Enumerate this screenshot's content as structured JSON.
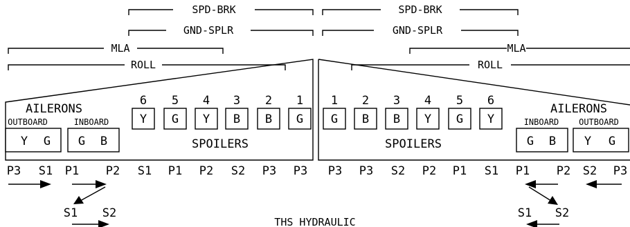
{
  "groups": {
    "spd_brk": "SPD-BRK",
    "gnd_splr": "GND-SPLR",
    "mla": "MLA",
    "roll": "ROLL"
  },
  "left_wing": {
    "ailerons_title": "AILERONS",
    "outboard_label": "OUTBOARD",
    "inboard_label": "INBOARD",
    "outboard_systems": [
      "Y",
      "G"
    ],
    "inboard_systems": [
      "G",
      "B"
    ],
    "spoiler_numbers": [
      "6",
      "5",
      "4",
      "3",
      "2",
      "1"
    ],
    "spoiler_systems": [
      "Y",
      "G",
      "Y",
      "B",
      "B",
      "G"
    ],
    "spoilers_label": "SPOILERS"
  },
  "right_wing": {
    "ailerons_title": "AILERONS",
    "outboard_label": "OUTBOARD",
    "inboard_label": "INBOARD",
    "inboard_systems": [
      "G",
      "B"
    ],
    "outboard_systems": [
      "Y",
      "G"
    ],
    "spoiler_numbers": [
      "1",
      "2",
      "3",
      "4",
      "5",
      "6"
    ],
    "spoiler_systems": [
      "G",
      "B",
      "B",
      "Y",
      "G",
      "Y"
    ],
    "spoilers_label": "SPOILERS"
  },
  "power_row_left": [
    "P3",
    "S1",
    "P1",
    "P2",
    "S1",
    "P1",
    "P2",
    "S2",
    "P3",
    "P3"
  ],
  "power_row_right": [
    "P3",
    "P3",
    "S2",
    "P2",
    "P1",
    "S1",
    "P1",
    "P2",
    "S2",
    "P3"
  ],
  "left_switch": [
    "S1",
    "S2"
  ],
  "right_switch": [
    "S1",
    "S2"
  ],
  "ths_label": "THS HYDRAULIC"
}
